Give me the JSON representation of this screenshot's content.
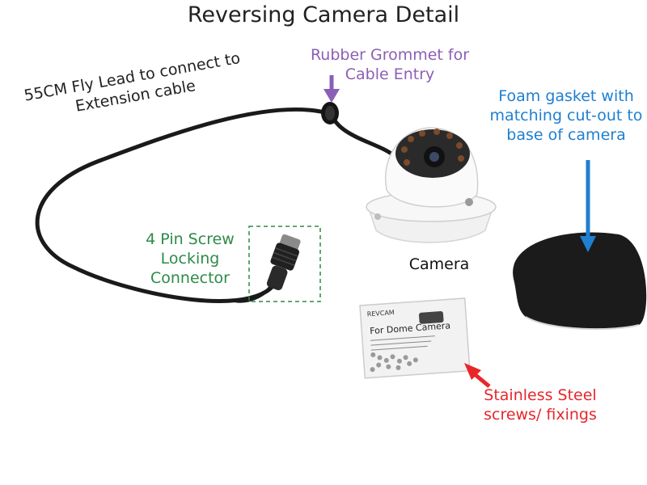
{
  "title": "Reversing Camera Detail",
  "labels": {
    "grommet": "Rubber Grommet for\nCable Entry",
    "fly_lead": "55CM Fly Lead to connect to\nExtension cable",
    "foam": "Foam gasket with\nmatching cut-out to\nbase of camera",
    "pin_connector": "4 Pin Screw\nLocking\nConnector",
    "camera": "Camera",
    "steel": "Stainless Steel\nscrews/ fixings"
  },
  "packet": {
    "brand": "REVCAM",
    "heading": "For Dome Camera"
  },
  "colors": {
    "grommet": "#8b5fb5",
    "foam": "#1f7fd1",
    "pin_connector": "#2e8a47",
    "steel": "#e8262a"
  }
}
